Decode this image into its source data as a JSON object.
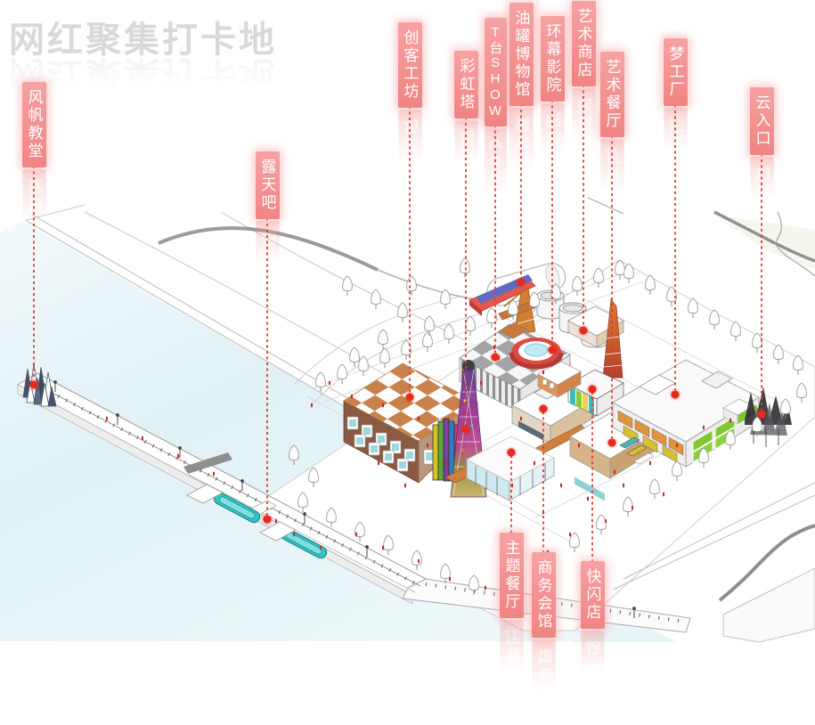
{
  "title": {
    "text": "网红聚集打卡地"
  },
  "callouts": [
    {
      "id": "sail-church",
      "text": "风帆教堂"
    },
    {
      "id": "open-air-bar",
      "text": "露天吧"
    },
    {
      "id": "maker-workshop",
      "text": "创客工坊"
    },
    {
      "id": "rainbow-tower",
      "text": "彩虹塔"
    },
    {
      "id": "t-stage-show",
      "text": "T台SHOW"
    },
    {
      "id": "oil-tank-museum",
      "text": "油罐博物馆"
    },
    {
      "id": "surround-cinema",
      "text": "环幕影院"
    },
    {
      "id": "art-store",
      "text": "艺术商店"
    },
    {
      "id": "art-restaurant",
      "text": "艺术餐厅"
    },
    {
      "id": "dream-factory",
      "text": "梦工厂"
    },
    {
      "id": "cloud-entrance",
      "text": "云入口"
    },
    {
      "id": "theme-restaurant",
      "text": "主题餐厅"
    },
    {
      "id": "business-club",
      "text": "商务会馆"
    },
    {
      "id": "popup-store",
      "text": "快闪店"
    }
  ],
  "colors": {
    "label_pink": "#f29090",
    "leader_red": "#e23a2b",
    "dot_red": "#e62a1c",
    "title_gray": "#d9d9d9",
    "water": "#e2f1f6",
    "checker_orange": "#c9824b",
    "checker_gray": "#a5a5a5",
    "cinema_ring_red": "#cf4840",
    "panel_orange": "#e09440",
    "panel_green": "#7fc832",
    "glass_teal": "#9fd8da",
    "tower_purple": "#8a3f9e",
    "people_red": "#cc2420"
  }
}
